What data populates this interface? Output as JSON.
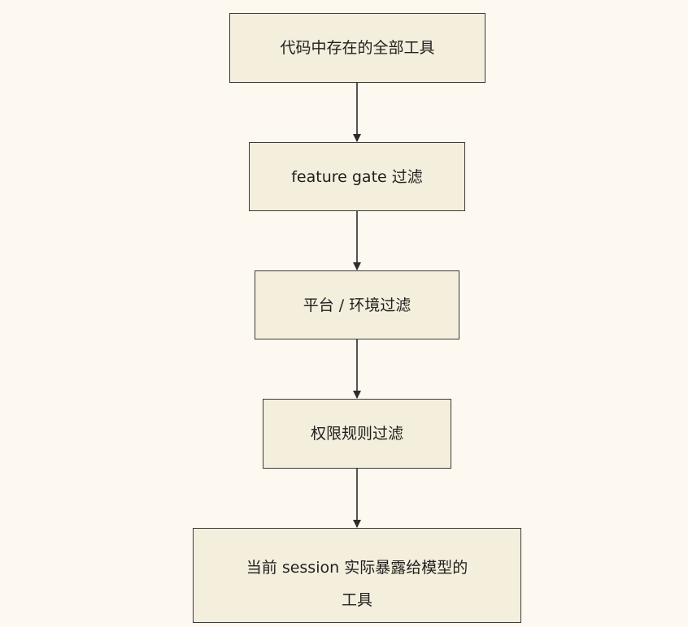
{
  "diagram": {
    "nodes": [
      {
        "id": "n1",
        "label": "代码中存在的全部工具"
      },
      {
        "id": "n2",
        "label": "feature gate 过滤"
      },
      {
        "id": "n3",
        "label": "平台 / 环境过滤"
      },
      {
        "id": "n4",
        "label": "权限规则过滤"
      },
      {
        "id": "n5",
        "label": "当前 session 实际暴露给模型的工具"
      }
    ],
    "edges": [
      {
        "from": "n1",
        "to": "n2"
      },
      {
        "from": "n2",
        "to": "n3"
      },
      {
        "from": "n3",
        "to": "n4"
      },
      {
        "from": "n4",
        "to": "n5"
      }
    ],
    "colors": {
      "background": "#fdf9f0",
      "node_fill": "#f4eedc",
      "stroke": "#2b2b2b"
    }
  }
}
